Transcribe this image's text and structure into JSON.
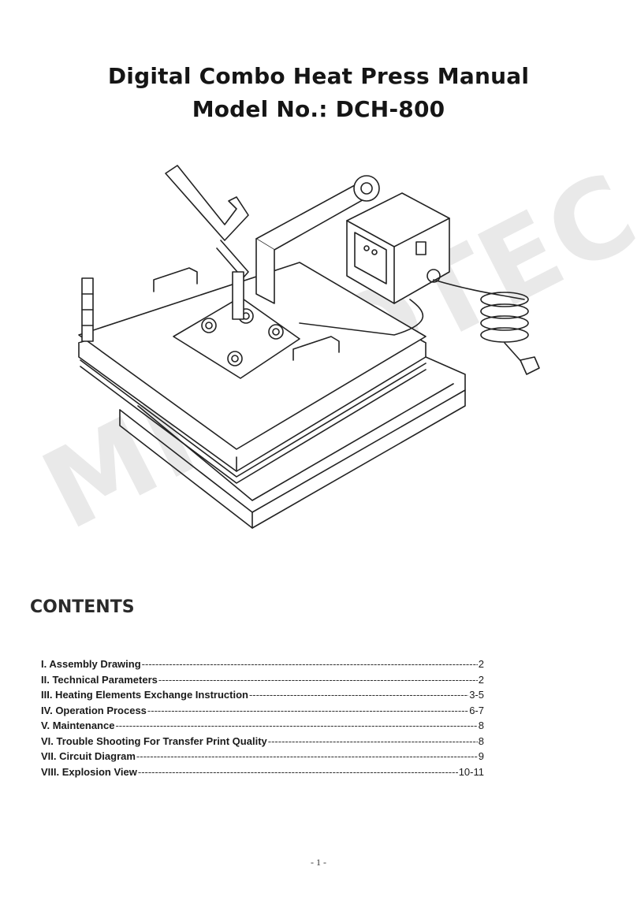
{
  "header": {
    "title": "Digital Combo Heat Press Manual",
    "model": "Model No.: DCH-800"
  },
  "watermark": "MICROTEC",
  "illustration": {
    "subject": "heat-press-machine-line-drawing"
  },
  "contents": {
    "heading": "CONTENTS",
    "items": [
      {
        "label": "I. Assembly Drawing",
        "page": "2"
      },
      {
        "label": "II. Technical Parameters",
        "page": "2"
      },
      {
        "label": "III. Heating Elements Exchange Instruction",
        "page": "3-5"
      },
      {
        "label": "IV. Operation Process",
        "page": "6-7"
      },
      {
        "label": "V. Maintenance",
        "page": "8"
      },
      {
        "label": "VI. Trouble Shooting For Transfer Print Quality",
        "page": "8"
      },
      {
        "label": "VII. Circuit Diagram",
        "page": "9"
      },
      {
        "label": "VIII. Explosion View",
        "page": "10-11"
      }
    ]
  },
  "footer": {
    "page_number": "- 1 -"
  }
}
